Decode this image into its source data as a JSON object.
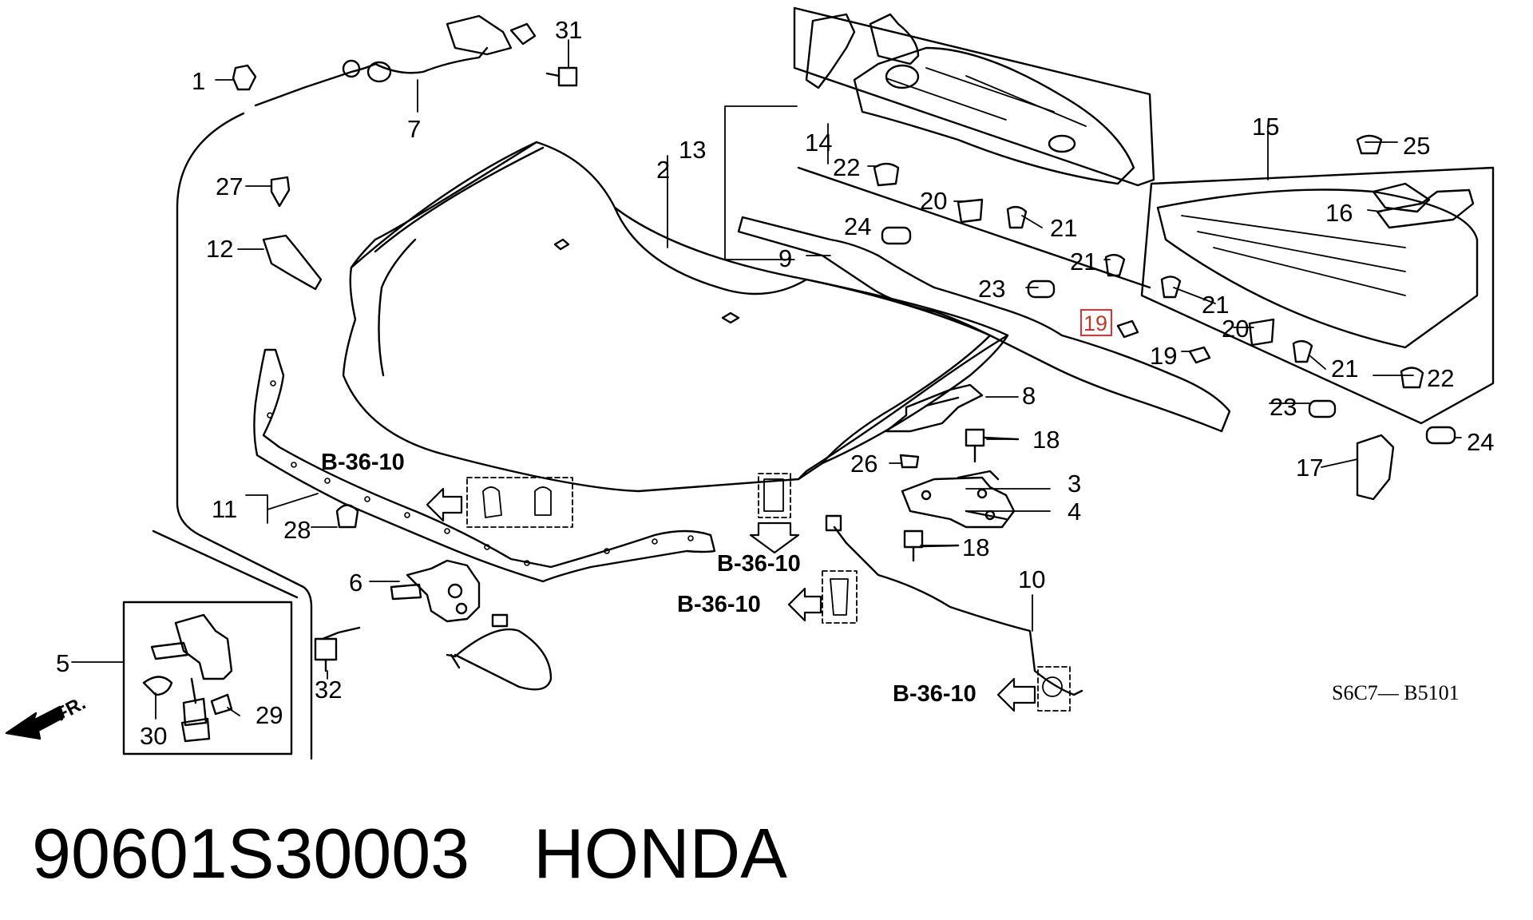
{
  "callouts": {
    "c1": "1",
    "c2": "2",
    "c3": "3",
    "c4": "4",
    "c5": "5",
    "c6": "6",
    "c7": "7",
    "c8": "8",
    "c9": "9",
    "c10": "10",
    "c11": "11",
    "c12": "12",
    "c13": "13",
    "c14": "14",
    "c15": "15",
    "c16": "16",
    "c17": "17",
    "c18a": "18",
    "c18b": "18",
    "c19a": "19",
    "c19b": "19",
    "c20a": "20",
    "c20b": "20",
    "c21a": "21",
    "c21b": "21",
    "c21c": "21",
    "c21d": "21",
    "c22a": "22",
    "c22b": "22",
    "c23a": "23",
    "c23b": "23",
    "c24a": "24",
    "c24b": "24",
    "c25": "25",
    "c26": "26",
    "c27": "27",
    "c28": "28",
    "c29": "29",
    "c30": "30",
    "c31": "31",
    "c32": "32"
  },
  "references": {
    "r1": "B-36-10",
    "r2": "B-36-10",
    "r3": "B-36-10",
    "r4": "B-36-10"
  },
  "front_label": "FR.",
  "drawing_code": "S6C7— B5101",
  "footer": {
    "part_number": "90601S30003",
    "brand": "HONDA"
  },
  "highlight": {
    "part": "19",
    "color": "#e03030"
  }
}
